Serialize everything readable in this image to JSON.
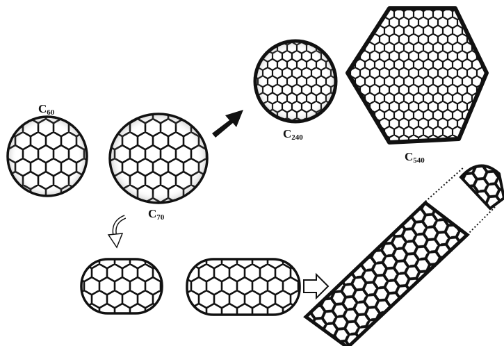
{
  "labels": {
    "c60": {
      "main": "C",
      "sub": "60"
    },
    "c70": {
      "main": "C",
      "sub": "70"
    },
    "c240": {
      "main": "C",
      "sub": "240"
    },
    "c540": {
      "main": "C",
      "sub": "540"
    }
  },
  "colors": {
    "ink": "#111111",
    "paper": "#ffffff"
  }
}
